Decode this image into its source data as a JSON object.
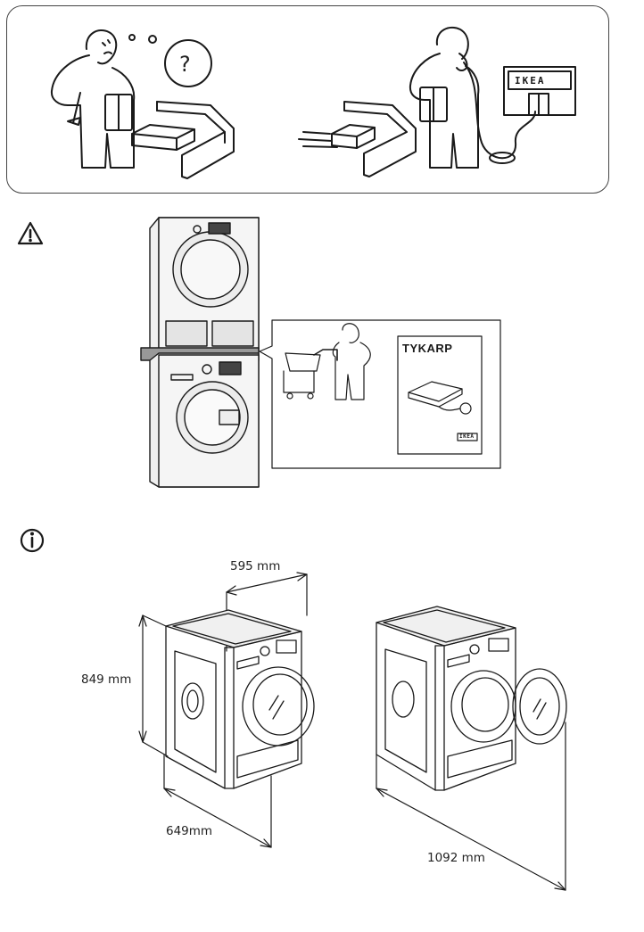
{
  "panel_help": {
    "question_mark": "?",
    "store_sign": "IKEA"
  },
  "panel_warning": {
    "booklet_title": "TYKARP",
    "booklet_logo": "IKEA"
  },
  "panel_info": {
    "dimensions": {
      "width": "595 mm",
      "height": "849 mm",
      "depth": "649mm",
      "depth_door_open": "1092 mm"
    }
  }
}
